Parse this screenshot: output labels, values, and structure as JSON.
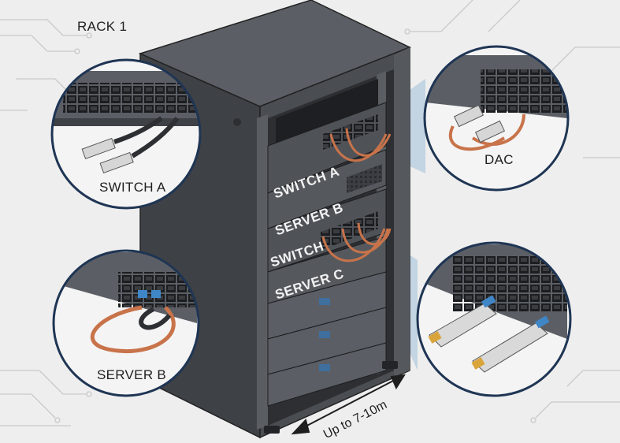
{
  "labels": {
    "rack_title": "RACK 1",
    "callout_switch_a": "SWITCH A",
    "callout_dac": "DAC",
    "callout_server_b": "SERVER B",
    "panel_switch_a": "SWITCH A",
    "panel_server_b": "SERVER B",
    "panel_switch": "SWITCH",
    "panel_server_c": "SERVER C",
    "distance": "Up to 7-10m"
  },
  "colors": {
    "background": "#eeeeee",
    "rack_body": "#4a4d52",
    "rack_dark": "#2d2f33",
    "cable_orange": "#c8734a",
    "callout_border": "#1f3554",
    "beam": "#8fb3d3"
  },
  "icons": {
    "callouts": [
      "switch-port-closeup-icon",
      "dac-cable-icon",
      "server-cable-icon",
      "sfp-module-icon"
    ]
  }
}
